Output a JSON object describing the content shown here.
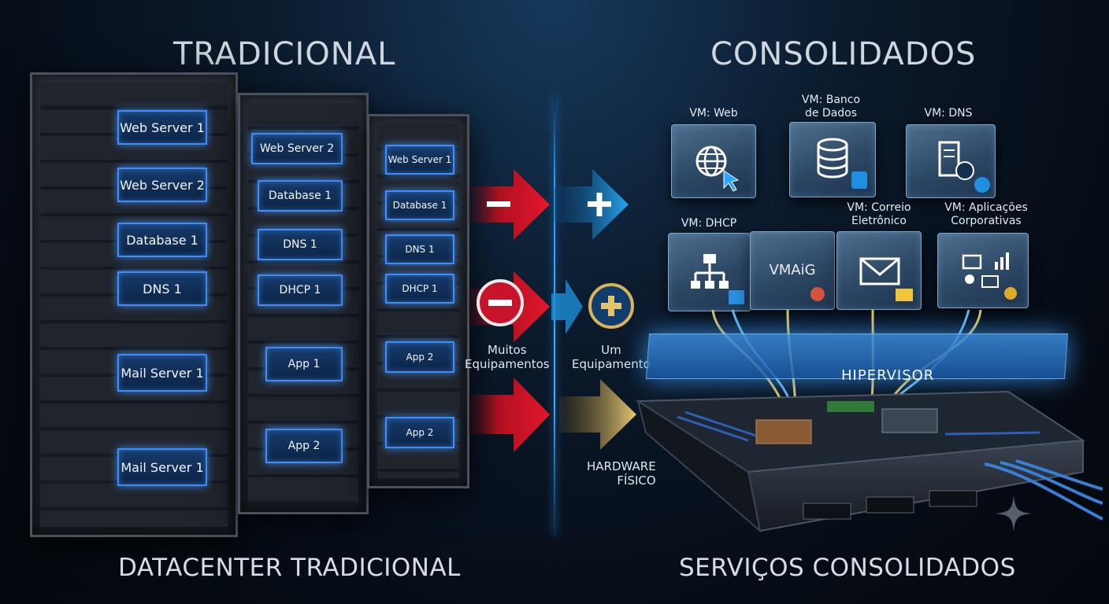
{
  "left": {
    "title": "TRADICIONAL",
    "subtitle": "DATACENTER TRADICIONAL",
    "rack1": [
      "Web Server 1",
      "Web Server 2",
      "Database 1",
      "DNS 1",
      "Mail Server 1",
      "Mail Server 1"
    ],
    "rack2": [
      "Web Server 2",
      "Database 1",
      "DNS 1",
      "DHCP 1",
      "App 1",
      "App 2"
    ],
    "rack3": [
      "Web Server 1",
      "Database 1",
      "DNS 1",
      "DHCP 1",
      "App 2",
      "App 2"
    ]
  },
  "right": {
    "title": "CONSOLIDADOS",
    "subtitle": "SERVIÇOS CONSOLIDADOS",
    "vms": {
      "web": "VM: Web",
      "db_line1": "VM: Banco",
      "db_line2": "de Dados",
      "dns": "VM: DNS",
      "dhcp": "VM: DHCP",
      "vmaig": "VMAiG",
      "mail_line1": "VM: Correio",
      "mail_line2": "Eletrônico",
      "apps_line1": "VM: Aplicações",
      "apps_line2": "Corporativas"
    },
    "hypervisor": "HIPERVISOR"
  },
  "middle": {
    "many_line1": "Muitos",
    "many_line2": "Equipamentos",
    "one_line1": "Um",
    "one_line2": "Equipamento",
    "hw_line1": "HARDWARE",
    "hw_line2": "FÍSICO",
    "minus_glyph": "−",
    "plus_glyph": "+"
  },
  "colors": {
    "red": "#d0142a",
    "blue": "#1f9be6",
    "gold": "#d9b45a",
    "accent": "#3d8dff"
  }
}
